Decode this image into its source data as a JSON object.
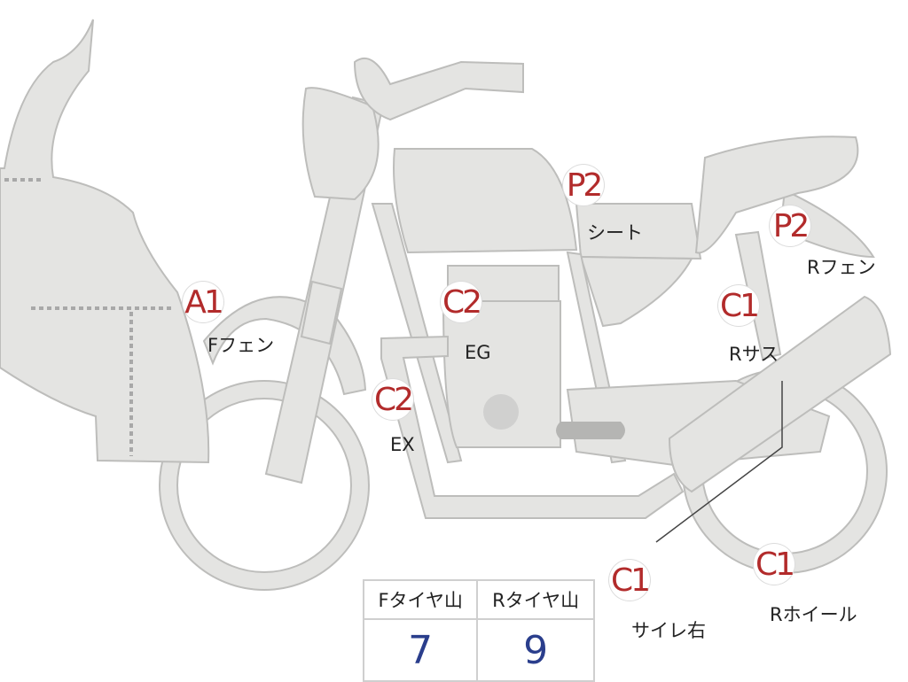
{
  "inspection_points": [
    {
      "code": "A1",
      "label": "Fフェン"
    },
    {
      "code": "C2",
      "label": "EG"
    },
    {
      "code": "C2",
      "label": "EX"
    },
    {
      "code": "P2",
      "label": "シート"
    },
    {
      "code": "P2",
      "label": "Rフェン"
    },
    {
      "code": "C1",
      "label": "Rサス"
    },
    {
      "code": "C1",
      "label": "サイレ右"
    },
    {
      "code": "C1",
      "label": "Rホイール"
    }
  ],
  "tire_table": {
    "headers": [
      "Fタイヤ山",
      "Rタイヤ山"
    ],
    "values": [
      "7",
      "9"
    ]
  },
  "colors": {
    "badge_text": "#b22b2b",
    "table_values": "#2a3e8c",
    "part_fill": "#e4e4e2"
  }
}
